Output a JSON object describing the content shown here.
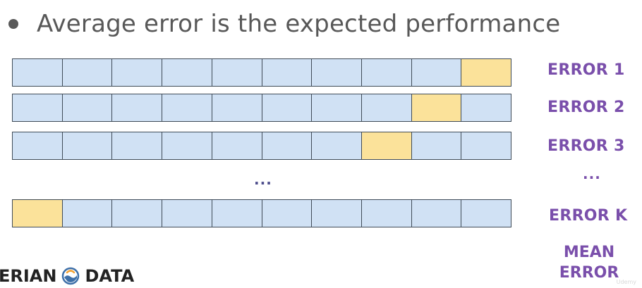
{
  "heading": {
    "bullet_text": "Average error is the expected performance"
  },
  "rows": [
    {
      "label": "ERROR 1",
      "test_fold": 10
    },
    {
      "label": "ERROR 2",
      "test_fold": 9
    },
    {
      "label": "ERROR 3",
      "test_fold": 8
    },
    {
      "label": "ERROR K",
      "test_fold": 1
    }
  ],
  "fold_count": 10,
  "ellipsis": {
    "middle": "...",
    "right": "..."
  },
  "mean_label": {
    "line1": "MEAN",
    "line2": "ERROR"
  },
  "logo": {
    "left_text": "ERIAN",
    "right_text": "DATA"
  },
  "watermark": "Udemy",
  "colors": {
    "train_fold": "#d0e1f4",
    "test_fold": "#fbe29a",
    "label_purple": "#7a4fab",
    "text_gray": "#585858",
    "grid_line": "#3f4b57"
  }
}
